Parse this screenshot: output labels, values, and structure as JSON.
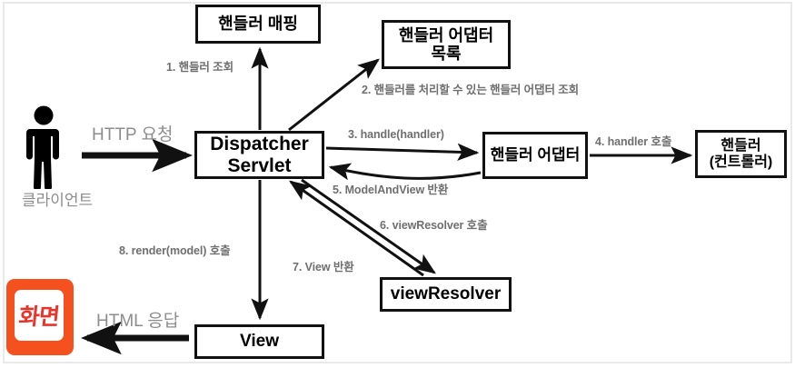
{
  "diagram": {
    "title": "Spring MVC DispatcherServlet flow",
    "colors": {
      "node_border": "#111111",
      "edge_label": "#6f6f6f",
      "io_label": "#8d8d8d",
      "accent_orange": "#f4511e",
      "accent_red": "#e8342a",
      "background": "#ffffff"
    },
    "nodes": [
      {
        "id": "handler-mapping",
        "label": "핸들러 매핑"
      },
      {
        "id": "handler-adapter-list",
        "label": "핸들러 어댑터\n목록"
      },
      {
        "id": "dispatcher-servlet",
        "label": "Dispatcher\nServlet"
      },
      {
        "id": "handler-adapter",
        "label": "핸들러 어댑터"
      },
      {
        "id": "handler-controller",
        "label": "핸들러\n(컨트롤러)"
      },
      {
        "id": "view-resolver",
        "label": "viewResolver"
      },
      {
        "id": "view",
        "label": "View"
      }
    ],
    "actors": [
      {
        "id": "client",
        "label": "클라이언트",
        "icon": "person-icon"
      },
      {
        "id": "screen",
        "label": "화면",
        "icon": "screen-icon"
      }
    ],
    "io_labels": {
      "request": "HTTP 요청",
      "response": "HTML 응답"
    },
    "steps": [
      {
        "n": "1",
        "label": "1. 핸들러 조회"
      },
      {
        "n": "2",
        "label": "2. 핸들러를 처리할 수 있는 핸들러 어댑터 조회"
      },
      {
        "n": "3",
        "label": "3. handle(handler)"
      },
      {
        "n": "4",
        "label": "4. handler 호출"
      },
      {
        "n": "5",
        "label": "5. ModelAndView 반환"
      },
      {
        "n": "6",
        "label": "6. viewResolver 호출"
      },
      {
        "n": "7",
        "label": "7. View 반환"
      },
      {
        "n": "8",
        "label": "8. render(model) 호출"
      }
    ]
  }
}
